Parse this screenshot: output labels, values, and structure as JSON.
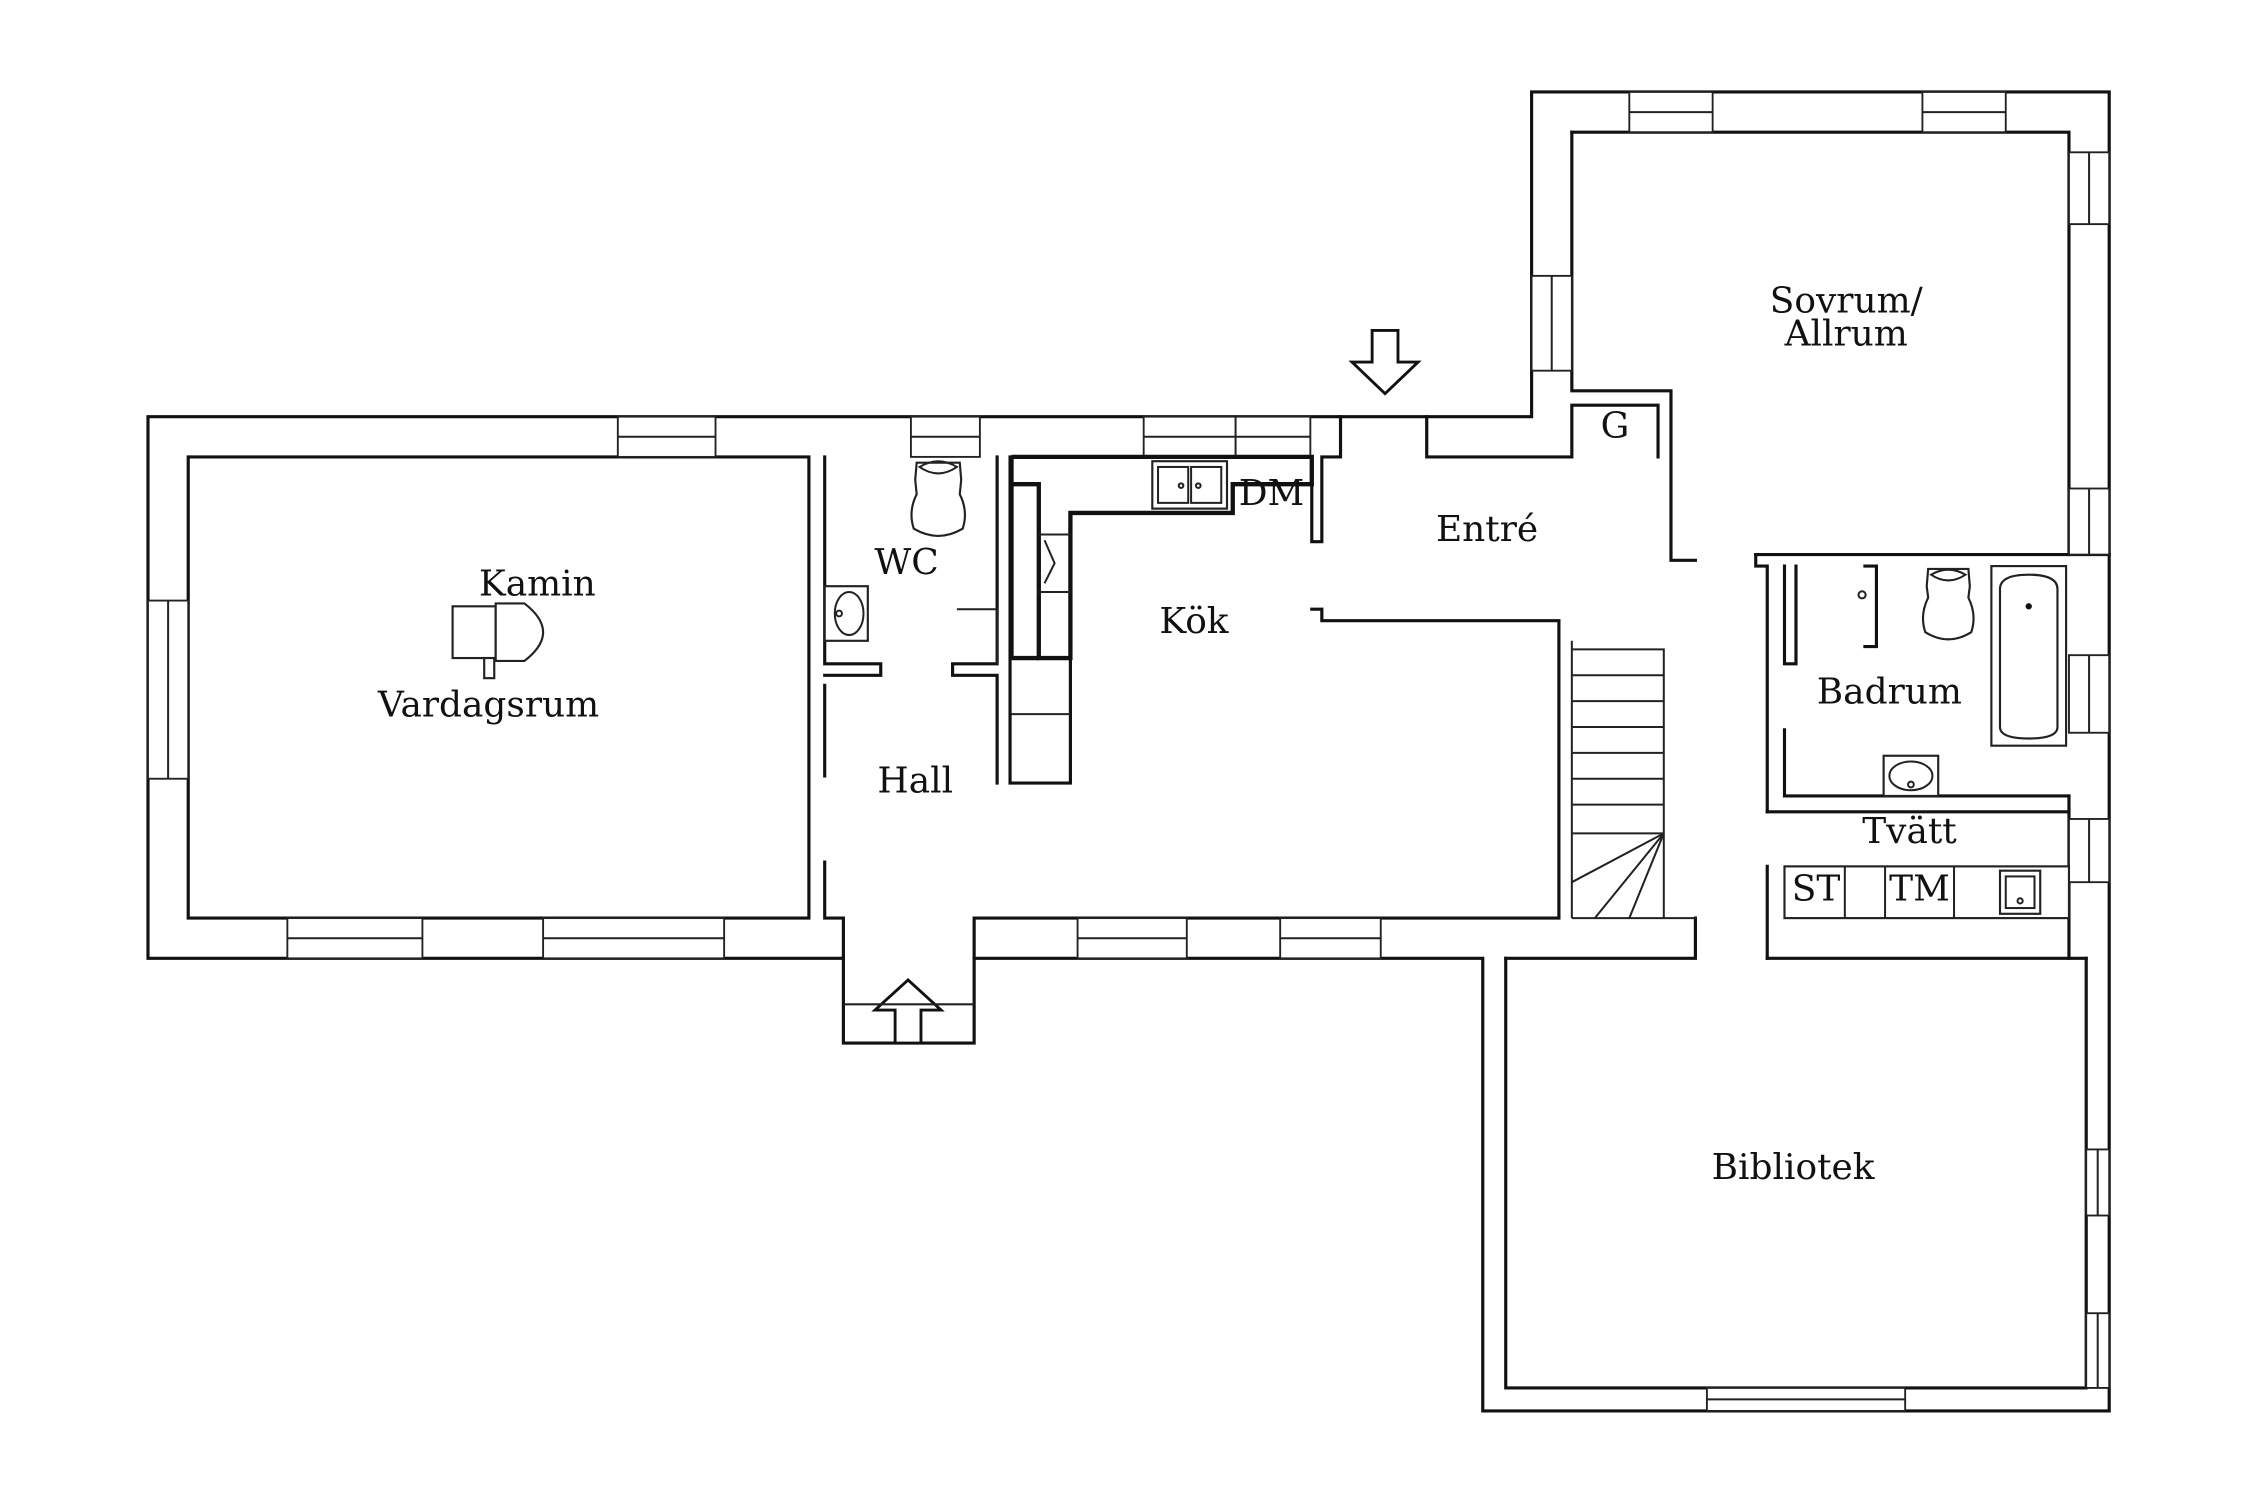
{
  "rooms": {
    "vardagsrum": "Vardagsrum",
    "kamin": "Kamin",
    "wc": "WC",
    "hall": "Hall",
    "kok": "Kök",
    "dm": "DM",
    "entre": "Entré",
    "g": "G",
    "sovrum_line1": "Sovrum/",
    "sovrum_line2": "Allrum",
    "badrum": "Badrum",
    "tvatt": "Tvätt",
    "st": "ST",
    "tm": "TM",
    "bibliotek": "Bibliotek"
  }
}
